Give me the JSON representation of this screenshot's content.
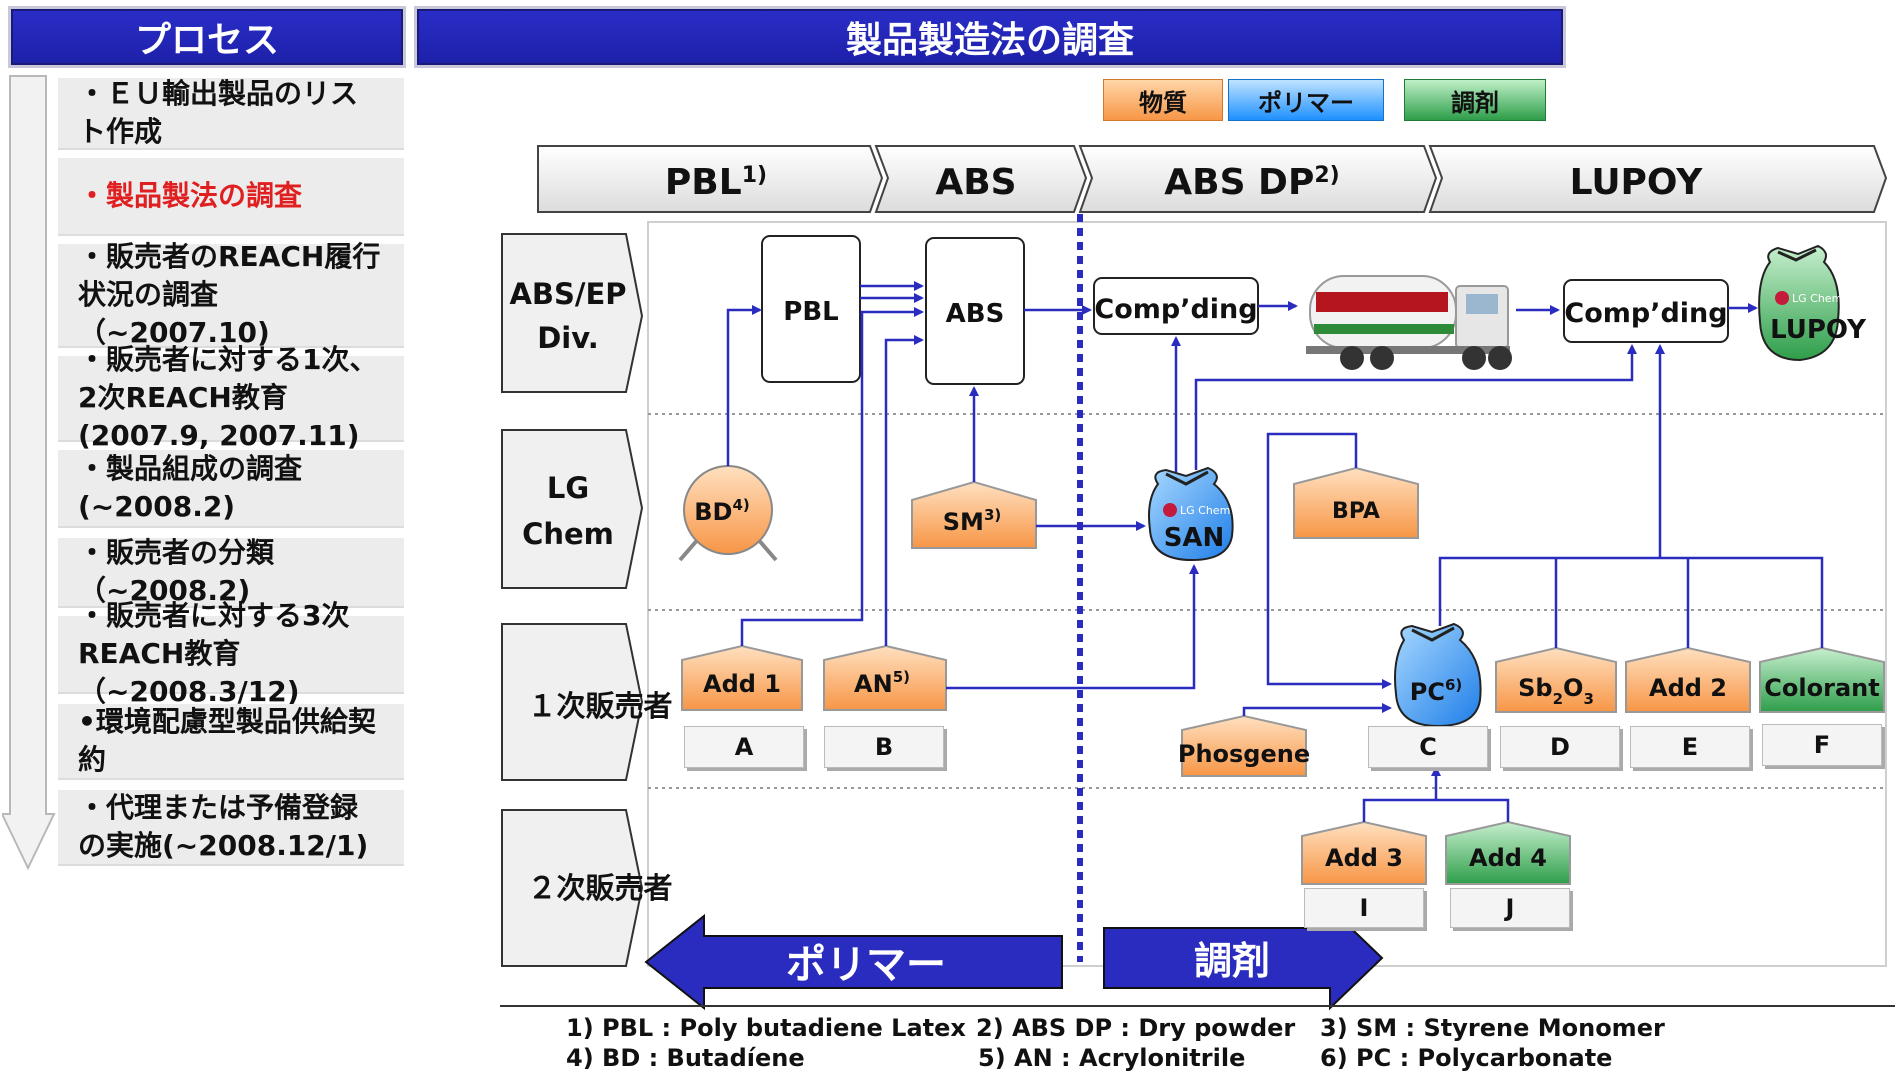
{
  "process_header": "プロセス",
  "main_header": "製品製造法の調査",
  "steps": [
    {
      "text": "・ＥＵ輸出製品のリスト作成",
      "highlight": false
    },
    {
      "text": "・製品製法の調査",
      "highlight": true
    },
    {
      "text": "・販売者のREACH履行状況の調査（~2007.10)",
      "highlight": false
    },
    {
      "text": "・販売者に対する1次、2次REACH教育 (2007.9, 2007.11)",
      "highlight": false
    },
    {
      "text": "・製品組成の調査 (~2008.2)",
      "highlight": false
    },
    {
      "text": "・販売者の分類 （~2008.2)",
      "highlight": false
    },
    {
      "text": "・販売者に対する3次REACH教育（~2008.3/12)",
      "highlight": false
    },
    {
      "text": "•環境配慮型製品供給契約",
      "highlight": false
    },
    {
      "text": "・代理または予備登録の実施(~2008.12/1)",
      "highlight": false
    }
  ],
  "legend": {
    "substance": "物質",
    "polymer": "ポリマー",
    "preparation": "調剤"
  },
  "stages": [
    {
      "label": "PBL",
      "sup": "1)"
    },
    {
      "label": "ABS",
      "sup": ""
    },
    {
      "label": "ABS DP",
      "sup": "2)"
    },
    {
      "label": "LUPOY",
      "sup": ""
    }
  ],
  "rows": [
    "ABS/EP Div.",
    "LG Chem",
    "１次販売者",
    "２次販売者"
  ],
  "nodes": {
    "pbl": "PBL",
    "abs": "ABS",
    "comp1": "Comp’ding",
    "comp2": "Comp’ding",
    "lupoy": "LUPOY",
    "lupoy_brand": "LG Chem",
    "san_brand": "LG Chem",
    "bd": "BD",
    "bd_sup": "4)",
    "sm": "SM",
    "sm_sup": "3)",
    "san": "SAN",
    "bpa": "BPA",
    "pc": "PC",
    "pc_sup": "6)",
    "add1": "Add 1",
    "an": "AN",
    "an_sup": "5)",
    "phosgene": "Phosgene",
    "sb": "Sb",
    "sb_sub1": "2",
    "sb_o": "O",
    "sb_sub2": "3",
    "add2": "Add 2",
    "colorant": "Colorant",
    "add3": "Add 3",
    "add4": "Add 4"
  },
  "letters": {
    "a": "A",
    "b": "B",
    "c": "C",
    "d": "D",
    "e": "E",
    "f": "F",
    "i": "I",
    "j": "J"
  },
  "arrows": {
    "polymer": "ポリマー",
    "preparation": "調剤"
  },
  "footnotes": [
    "1) PBL : Poly butadiene Latex",
    "2) ABS DP : Dry  powder",
    "3) SM : Styrene Monomer",
    "4) BD : Butadíene",
    "5) AN : Acrylonitrile",
    "6) PC : Polycarbonate"
  ],
  "colors": {
    "header_blue": "#1f22b4",
    "flow_blue": "#2a2bbf",
    "substance": "#f79646",
    "polymer": "#1e90ff",
    "preparation": "#2e9e4a",
    "highlight_red": "#e02020"
  }
}
